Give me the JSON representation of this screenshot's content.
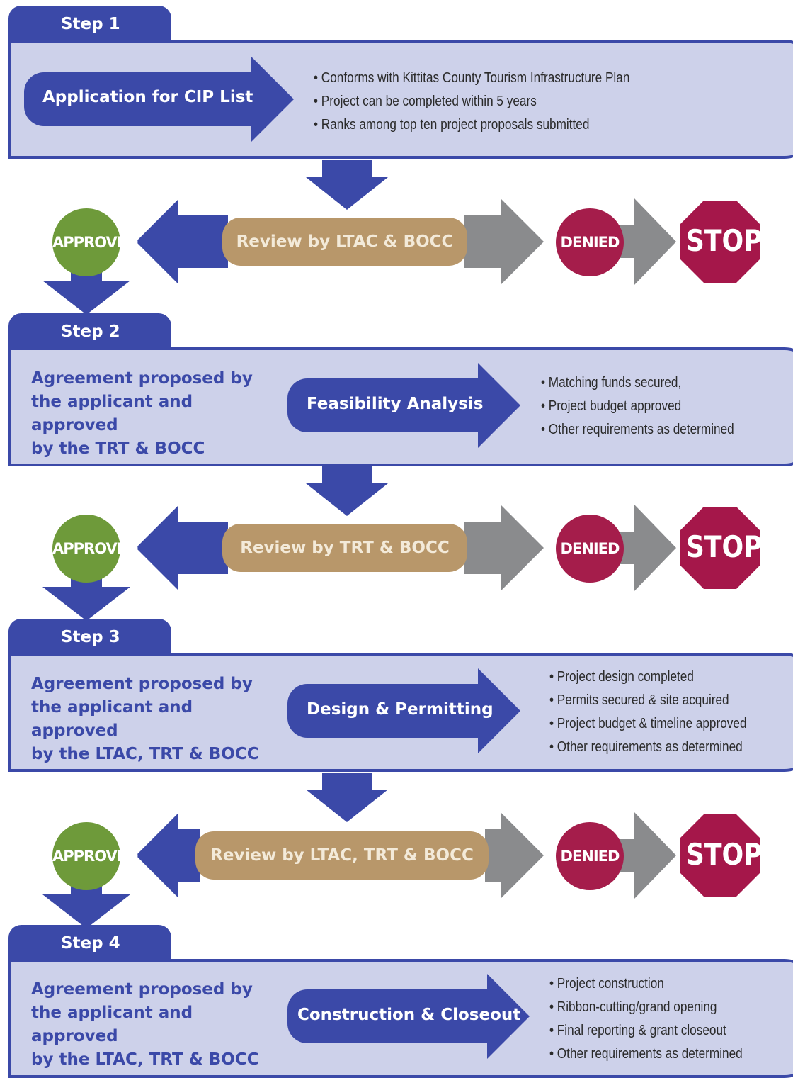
{
  "colors": {
    "primary_blue": "#3b49a8",
    "panel_fill": "#cdd1ea",
    "review_tan": "#b8976a",
    "approved_green": "#6e9a3a",
    "denied_maroon": "#a51d4b",
    "stop_red": "#a5174a",
    "gray_arrow": "#8a8b8d"
  },
  "steps": [
    {
      "tab": "Step 1",
      "arrow_label": "Application for CIP List",
      "bullets": [
        "Conforms with Kittitas County Tourism Infrastructure Plan",
        "Project can be completed within 5 years",
        "Ranks among top ten project proposals submitted"
      ]
    },
    {
      "tab": "Step 2",
      "agreement": "Agreement proposed by\nthe applicant and approved\nby the TRT & BOCC",
      "arrow_label": "Feasibility Analysis",
      "bullets": [
        "Matching funds secured,",
        "Project budget approved",
        "Other requirements as determined"
      ]
    },
    {
      "tab": "Step 3",
      "agreement": "Agreement proposed by\nthe applicant and approved\nby the LTAC, TRT & BOCC",
      "arrow_label": "Design & Permitting",
      "bullets": [
        "Project design completed",
        "Permits secured & site acquired",
        "Project budget & timeline approved",
        "Other requirements as determined"
      ]
    },
    {
      "tab": "Step 4",
      "agreement": "Agreement proposed by\nthe applicant and approved\nby the LTAC, TRT & BOCC",
      "arrow_label": "Construction & Closeout",
      "bullets": [
        "Project construction",
        "Ribbon-cutting/grand opening",
        "Final reporting & grant closeout",
        "Other requirements as determined"
      ]
    }
  ],
  "reviews": [
    {
      "label": "Review by LTAC & BOCC",
      "approved": "APPROVED",
      "denied": "DENIED",
      "stop": "STOP"
    },
    {
      "label": "Review by TRT & BOCC",
      "approved": "APPROVED",
      "denied": "DENIED",
      "stop": "STOP"
    },
    {
      "label": "Review by LTAC, TRT & BOCC",
      "approved": "APPROVED",
      "denied": "DENIED",
      "stop": "STOP"
    }
  ]
}
